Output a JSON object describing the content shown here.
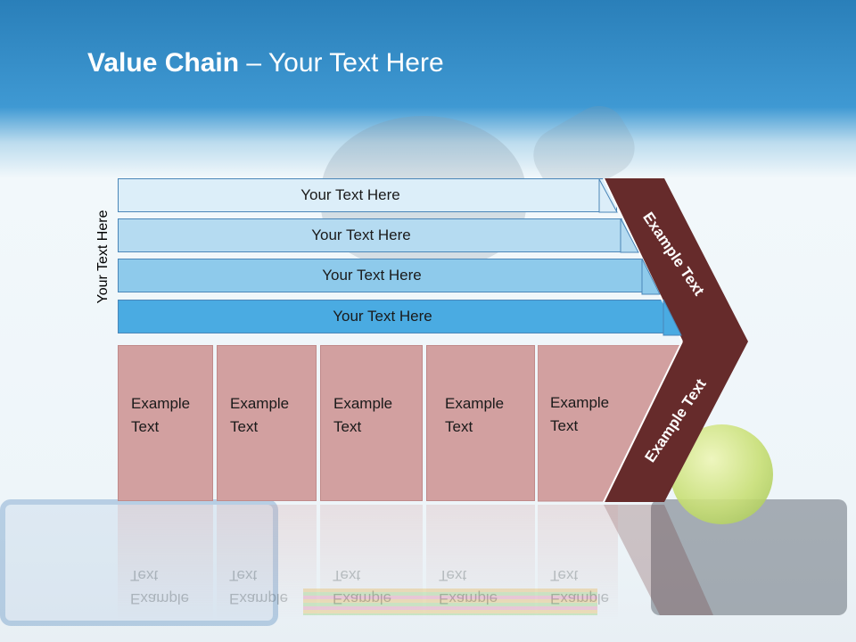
{
  "title": {
    "bold": "Value Chain",
    "rest": " – Your Text Here"
  },
  "side_label": "Your Text Here",
  "bars": [
    {
      "label": "Your Text Here",
      "color": "#dceef9"
    },
    {
      "label": "Your Text Here",
      "color": "#b5dbf1"
    },
    {
      "label": "Your Text Here",
      "color": "#8ecaeb"
    },
    {
      "label": "Your Text Here",
      "color": "#4aabe2"
    }
  ],
  "cells": [
    {
      "line1": "Example",
      "line2": "Text"
    },
    {
      "line1": "Example",
      "line2": "Text"
    },
    {
      "line1": "Example",
      "line2": "Text"
    },
    {
      "line1": "Example",
      "line2": "Text"
    },
    {
      "line1": "Example",
      "line2": "Text"
    }
  ],
  "chevron_upper": "Example Text",
  "chevron_lower": "Example Text",
  "colors": {
    "chevron": "#662b2b",
    "cell": "#d2a0a0",
    "header": "#3f99d3"
  }
}
